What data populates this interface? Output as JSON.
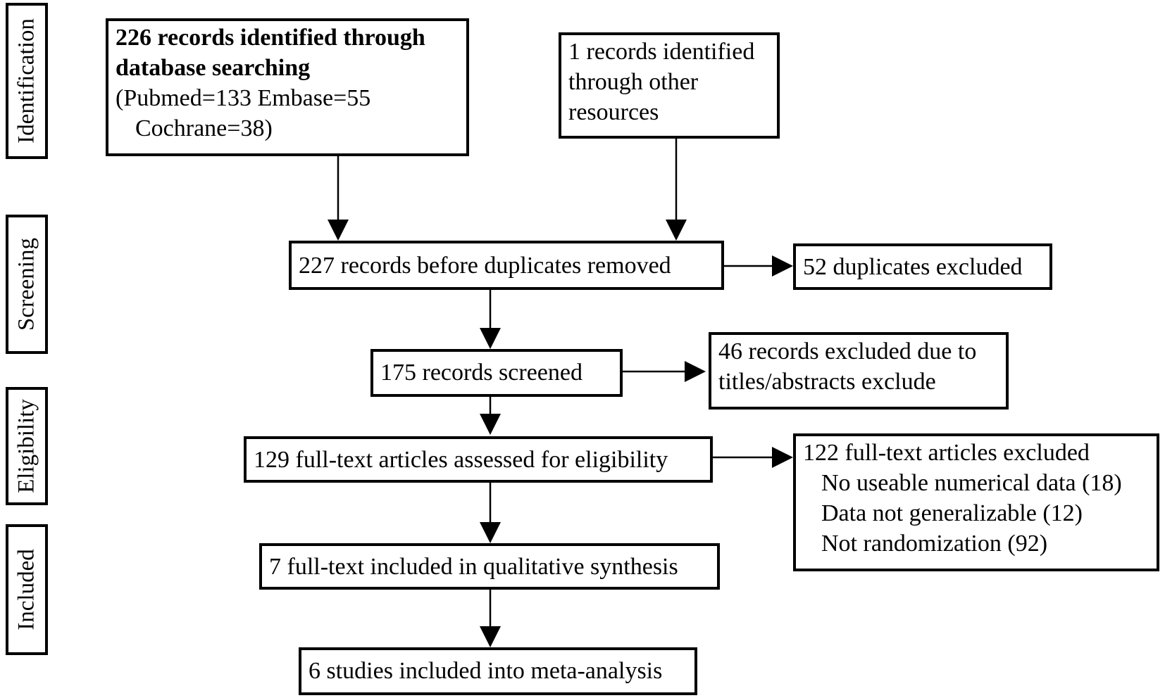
{
  "stages": [
    "Identification",
    "Screening",
    "Eligibility",
    "Included"
  ],
  "boxes": {
    "database": {
      "line1": "226 records identified through",
      "line2": "database searching",
      "line3": "(Pubmed=133  Embase=55",
      "line4": "Cochrane=38)"
    },
    "other": {
      "line1": "1 records identified",
      "line2": "through other",
      "line3": "resources"
    },
    "before_duplicates": "227 records before duplicates removed",
    "duplicates_excluded": "52 duplicates excluded",
    "screened": "175 records screened",
    "titles_excluded": {
      "line1": "46 records excluded due to",
      "line2": "titles/abstracts exclude"
    },
    "fulltext_assessed": "129 full-text articles assessed for eligibility",
    "fulltext_excluded": {
      "line1": "122 full-text articles excluded",
      "line2": "No useable numerical data (18)",
      "line3": "Data not generalizable (12)",
      "line4": "Not randomization (92)"
    },
    "qualitative": "7 full-text included in qualitative synthesis",
    "meta_analysis": "6 studies included into meta-analysis"
  }
}
